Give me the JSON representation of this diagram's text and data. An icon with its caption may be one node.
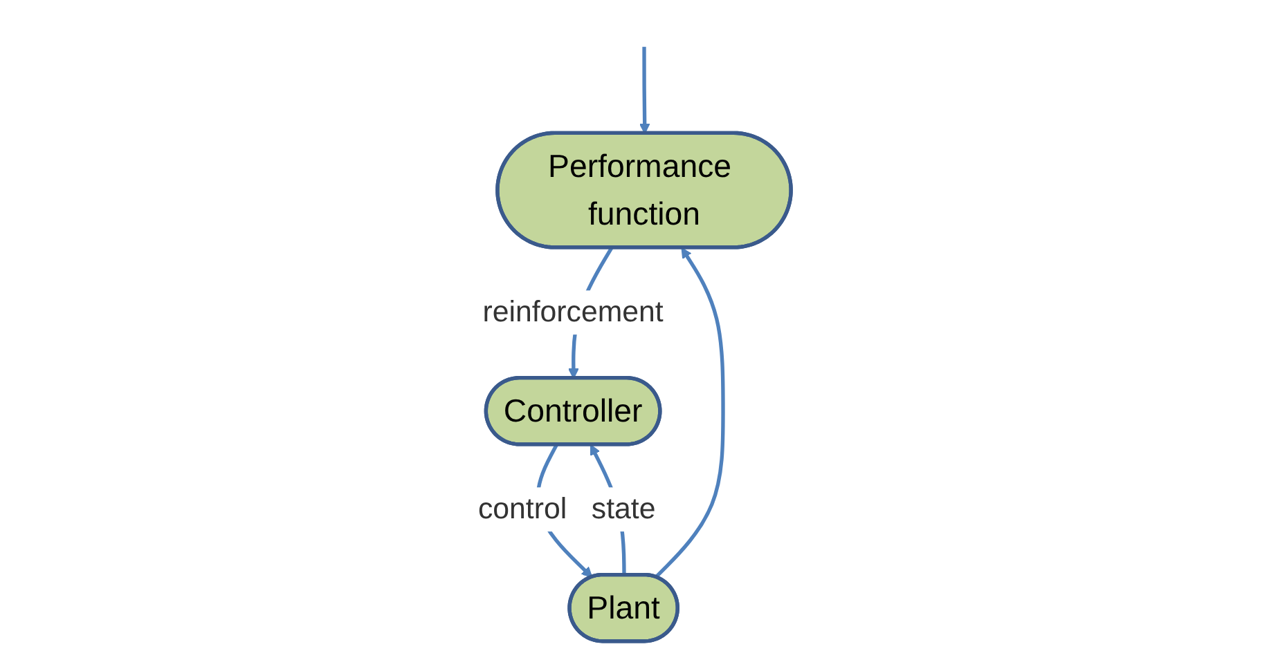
{
  "diagram": {
    "nodes": [
      {
        "text": [
          "Performance function"
        ]
      },
      {
        "text": [
          "Controller"
        ]
      },
      {
        "text": [
          "Plant"
        ]
      }
    ],
    "edges": [
      {
        "from": 0,
        "to": 1,
        "arrow": "to",
        "label": "reinforcement"
      },
      {
        "from": 2,
        "to": 1,
        "arrow": "to",
        "label": "state"
      },
      {
        "from": 1,
        "to": 2,
        "arrow": "to",
        "label": "control"
      },
      {
        "from": 2,
        "to": 0,
        "arrow": "to"
      },
      {
        "from": null,
        "to": 0,
        "arrow": "to"
      }
    ]
  }
}
